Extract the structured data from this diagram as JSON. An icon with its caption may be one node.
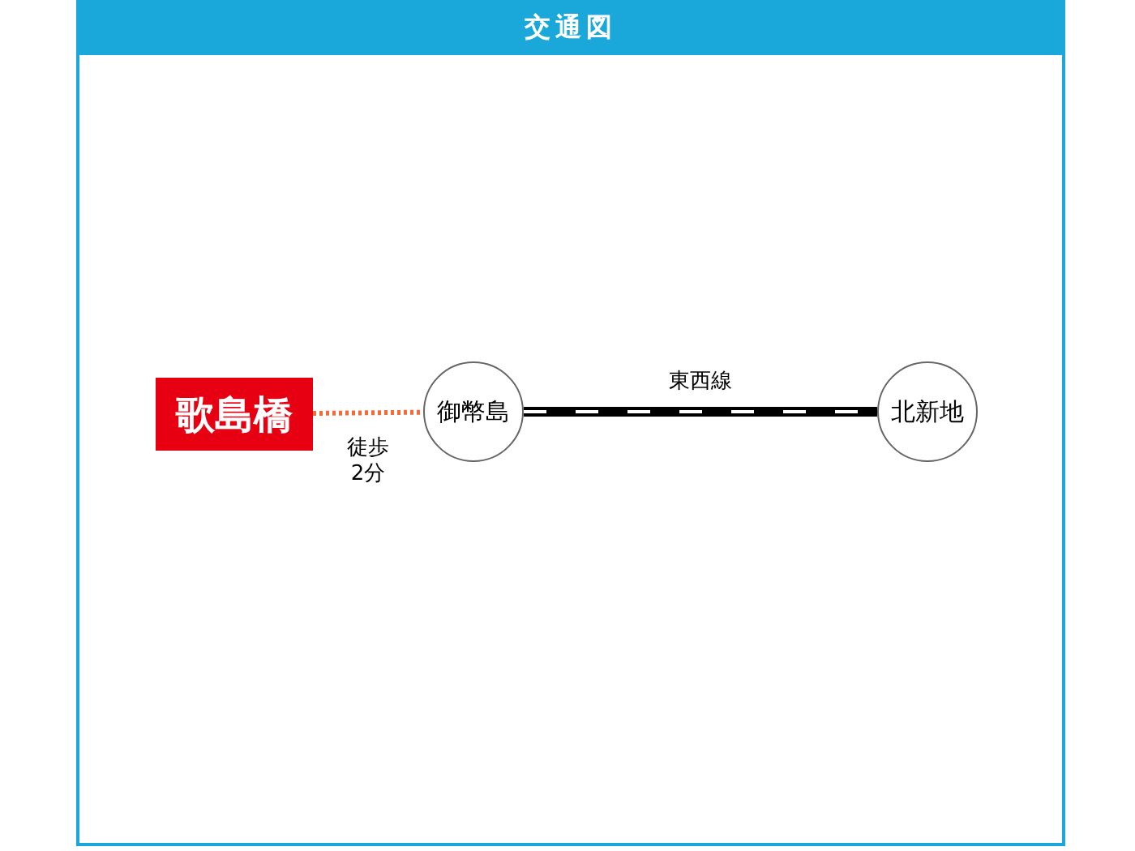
{
  "diagram": {
    "title": "交通図",
    "nodes": [
      {
        "text": [
          "歌島橋"
        ]
      },
      {
        "text": [
          "御幣島"
        ]
      },
      {
        "text": [
          "北新地"
        ]
      }
    ],
    "edges": [
      {
        "from": 0,
        "to": 1,
        "arrow": "none",
        "label": "徒歩2分",
        "style": "dashed",
        "color": "#f26b3a"
      },
      {
        "from": 1,
        "to": 2,
        "arrow": "none",
        "label": "東西線",
        "style": "thick",
        "color": "#000000"
      }
    ]
  }
}
